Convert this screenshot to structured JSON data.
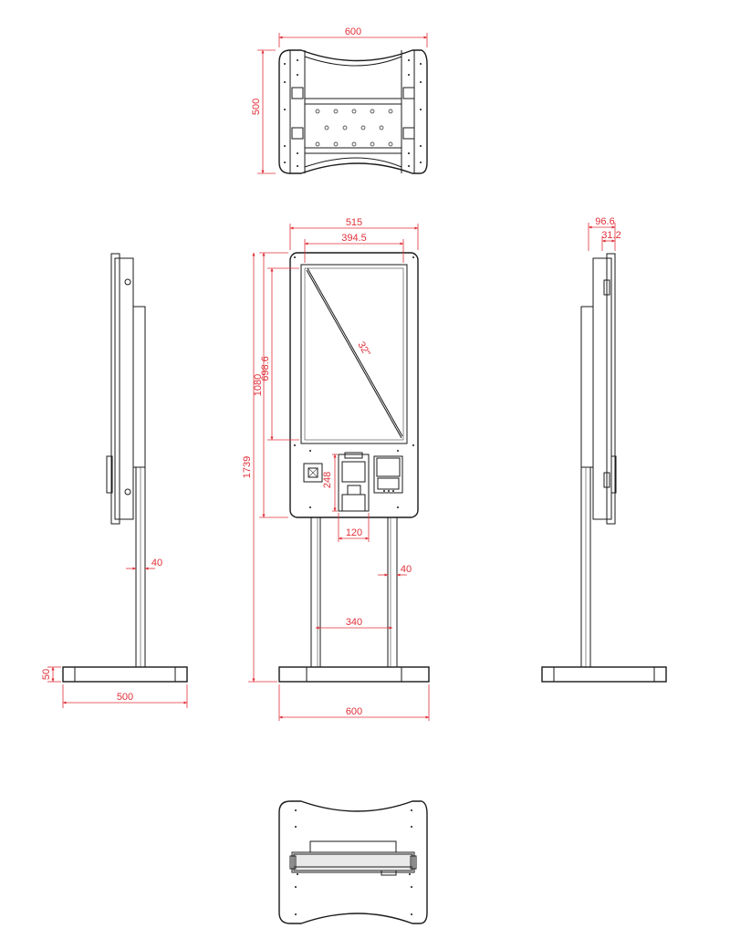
{
  "dimensions": {
    "top_width": "600",
    "top_depth": "500",
    "head_width": "515",
    "screen_width": "394.5",
    "diagonal": "32\"",
    "screen_height": "698.6",
    "head_height": "1080",
    "total_height": "1739",
    "lower_panel_height": "248",
    "reader_width": "120",
    "post_width_front": "40",
    "post_spacing": "340",
    "base_width_front": "600",
    "post_width_side": "40",
    "base_height": "50",
    "base_depth": "500",
    "side_depth": "96.6",
    "side_offset": "31.2"
  },
  "colors": {
    "line": "#1a1a1a",
    "dimension": "#e0313a"
  }
}
